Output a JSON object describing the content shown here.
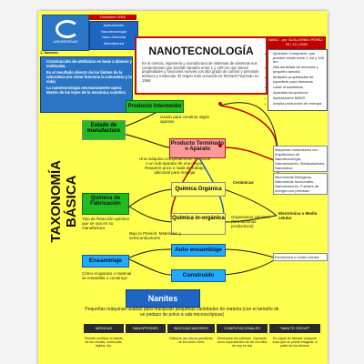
{
  "header": {
    "logo_text": "UNIVERSIDAD",
    "date_label": "Diciembre 2002",
    "header_box_lines": [
      "Aplicaciones",
      "Nanotecnología",
      "Nano-Sciencia",
      "Manufactura"
    ],
    "section_label": "1. Nanotec",
    "right_header": "NANO - por GUILLERMO PÉREZ · 20 | 12 | 2002"
  },
  "left_bullets": [
    "Construcción de artefactos en base a átomos y moléculas.",
    "Es el resultado directo de los límites de la naturaleza (en cómo funciona la naturaleza y la vida)",
    "La nanotecnología necesariamente opera dentro de las leyes de la mecánica cuántica"
  ],
  "title": {
    "main": "NANOTECNOLOGÍA",
    "description": "Es la ciencia, ingeniería y manufactura de sistemas de sistemas sus componentes que tendrán tamaño entre 1 y 100 nm que tienen propiedades y funciones nuevas con alto grado de control y precisión atómica y molecular. El origen más conocido es Richard Feynman en 1959"
  },
  "right_list": [
    "Quantum Computers: que pueden existir entre 1 nm y 100 nm",
    "Alta densidad de memoria y pequeño tamaño",
    "Múltiples propiedades de superficie para fármacos",
    "Láser ensamblado",
    "Aparatos bioquímicos",
    "Aplicaciones NEMS",
    "Amplia producción de energía"
  ],
  "vertical_title": "TAXONOMÍA BÁSICA",
  "diagram": {
    "producto_intermedio": "Producto Intermedio",
    "usado_para": "Usado para construir algún aparato",
    "producto_terminado": "Producto Terminado o Aparato",
    "estado_manufactura": "Estado de manufactura",
    "una_maquina": "Una máquina completamente funcional o un sub-aparato de una mayor. Requiere poco o nada de trabajo adicional para manejar",
    "quimica_organica": "Química Orgánica",
    "ceramicas": "Cerámicas",
    "quimica_fabricacion": "Química de Fabricación",
    "tipo_reaccion": "Tipo de Reacción química que se usa en su manufactura",
    "quimica_inorganica": "Química in-orgánica",
    "bajo_presion": "Bajo la Presión: Materiales y semiconductores",
    "auto_ensamblaje": "Auto ensamblaje",
    "ensamblaje": "Ensamblaje",
    "construido": "Construido",
    "como_aparato": "Cómo el aparato o material se ensambla o construye",
    "organismos": "Organismos celulares (fora Mínimos productivos)",
    "electronica": "Electrónica o Medio celular"
  },
  "right_notes": [
    "Máquinas moleculares con Arquitectura de Nanotecnología, Nanosensores, Manipuladores, Nanotubos",
    "Microrobots biológicos, Nanorobots funcionales, Nanosensores, Fuentes de energía con precisión",
    "Electrónica o medio celular"
  ],
  "nanites": {
    "title": "Nanites",
    "description": "Pequeñas máquinas usadas para manipular pequeñas cantidades de materia (con el tamaño de un pedazo de polvo a sub-microscópicas)"
  },
  "categories": [
    {
      "label": "MÉDICAS",
      "desc": "Permite rectificar el estado de las células, moléculas, tejidos, etc."
    },
    {
      "label": "NANOPROBES",
      "desc": ""
    },
    {
      "label": "BIOCIANCIADORES GENÉTICOS",
      "desc": "Elaborar las hebras genéticas de los seres vivos"
    },
    {
      "label": "COMPUTACIONALES",
      "desc": "Eliminarán los software. Operarán como equivalentes de los circuitos de hoy en día"
    },
    {
      "label": "\"NANITE GROUP\"",
      "desc": "Es capaz de fabricar cualquier cosa que se puede imaginar, a partir de los átomos"
    }
  ],
  "colors": {
    "background": "#ffff4d",
    "accent_blue": "#1f66c4",
    "accent_red": "#c00000",
    "green": "#22bb22",
    "light_blue": "#22aaff"
  }
}
